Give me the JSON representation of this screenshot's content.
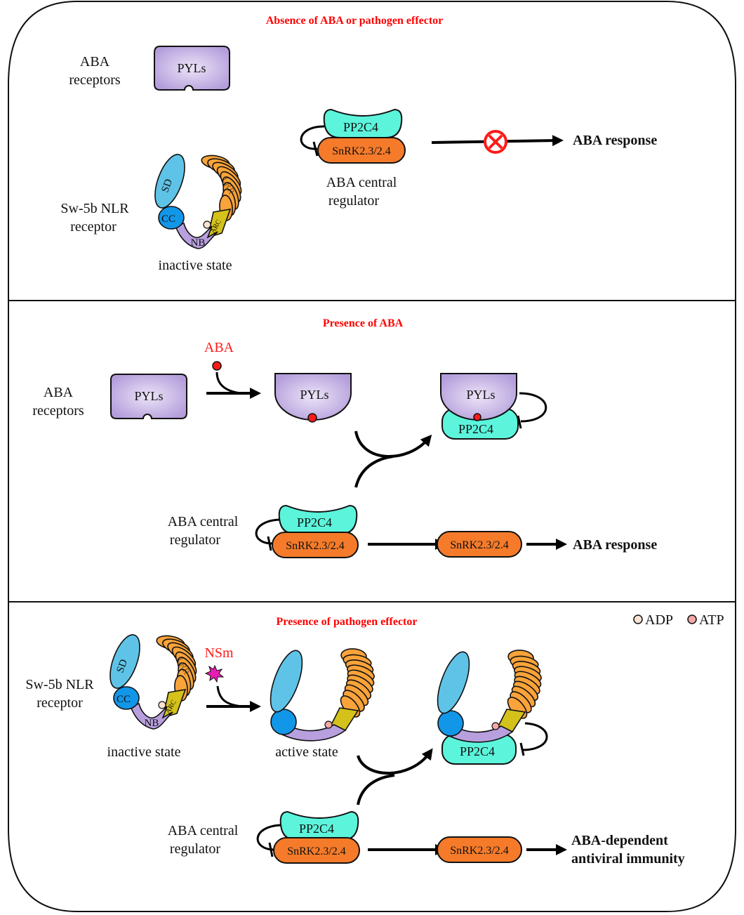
{
  "panels": [
    {
      "title": "Absence of ABA or pathogen effector",
      "receptor_label_1": "ABA",
      "receptor_label_2": "receptors",
      "pyls": "PYLs",
      "pp2c4": "PP2C4",
      "snrk": "SnRK2.3/2.4",
      "central_label_1": "ABA central",
      "central_label_2": "regulator",
      "response": "ABA response",
      "nlr_label_1": "Sw-5b NLR",
      "nlr_label_2": "receptor",
      "domains": {
        "sd": "SD",
        "cc": "CC",
        "nb": "NB",
        "arc": "ARC",
        "lrr": "LRR"
      },
      "state": "inactive state"
    },
    {
      "title": "Presence of ABA",
      "receptor_label_1": "ABA",
      "receptor_label_2": "receptors",
      "ligand": "ABA",
      "pyls": "PYLs",
      "pyls_bound": "PYLs",
      "pyls_complex": "PYLs",
      "pp2c4_complex": "PP2C4",
      "pp2c4": "PP2C4",
      "snrk": "SnRK2.3/2.4",
      "snrk_free": "SnRK2.3/2.4",
      "central_label_1": "ABA central",
      "central_label_2": "regulator",
      "response": "ABA response"
    },
    {
      "title": "Presence of pathogen effector",
      "legend": [
        {
          "label": "ADP",
          "color": "#fbe3d3"
        },
        {
          "label": "ATP",
          "color": "#f4a7a7"
        }
      ],
      "nlr_label_1": "Sw-5b NLR",
      "nlr_label_2": "receptor",
      "domains": {
        "sd": "SD",
        "cc": "CC",
        "nb": "NB",
        "arc": "ARC",
        "lrr": "LRR"
      },
      "effector": "NSm",
      "inactive_state": "inactive state",
      "active_state": "active state",
      "pp2c4_complex": "PP2C4",
      "central_label_1": "ABA central",
      "central_label_2": "regulator",
      "pp2c4": "PP2C4",
      "snrk": "SnRK2.3/2.4",
      "snrk_free": "SnRK2.3/2.4",
      "response_1": "ABA-dependent",
      "response_2": "antiviral immunity"
    }
  ],
  "colors": {
    "title_red": "#ff0000",
    "pyls_purple": "#b39ddb",
    "pp2c4_cyan": "#5cf5dc",
    "snrk_orange": "#f57b2a",
    "sd_lightblue": "#5fc3e8",
    "cc_blue": "#1296e8",
    "nb_lavender": "#b8a0de",
    "arc_yellow": "#d4c21a",
    "lrr_orange": "#f9a33a",
    "aba_red": "#ff1a1a",
    "nsm_magenta": "#e61eb4"
  }
}
